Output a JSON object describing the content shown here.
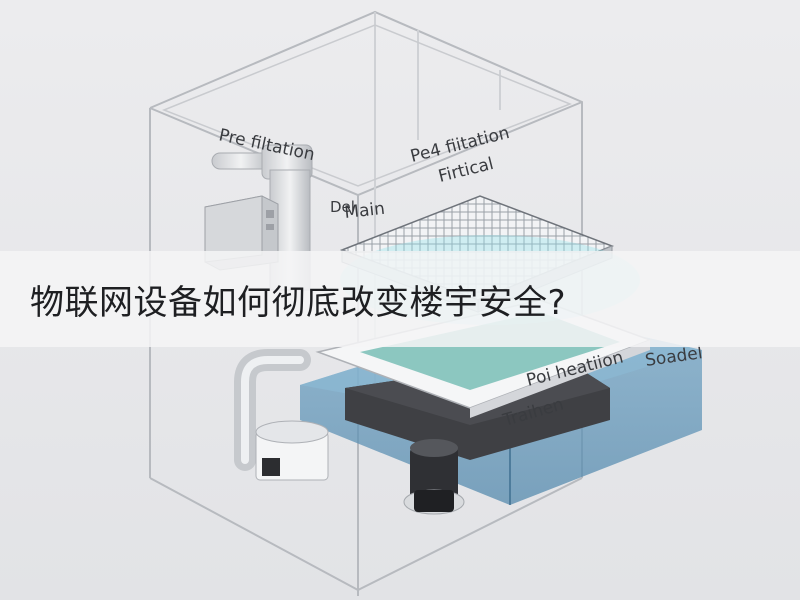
{
  "title": "物联网设备如何彻底改变楼宇安全?",
  "illustration": {
    "labels": {
      "pre_filtration_left": "Pre filtation",
      "pre_filtration_right": "Pe4 fiitation",
      "firtical": "Firtical",
      "main": "Main",
      "del": "Del",
      "post_heatiion": "Poi heatiion",
      "traihen": "Traihen",
      "soadel": "Soadel"
    }
  }
}
